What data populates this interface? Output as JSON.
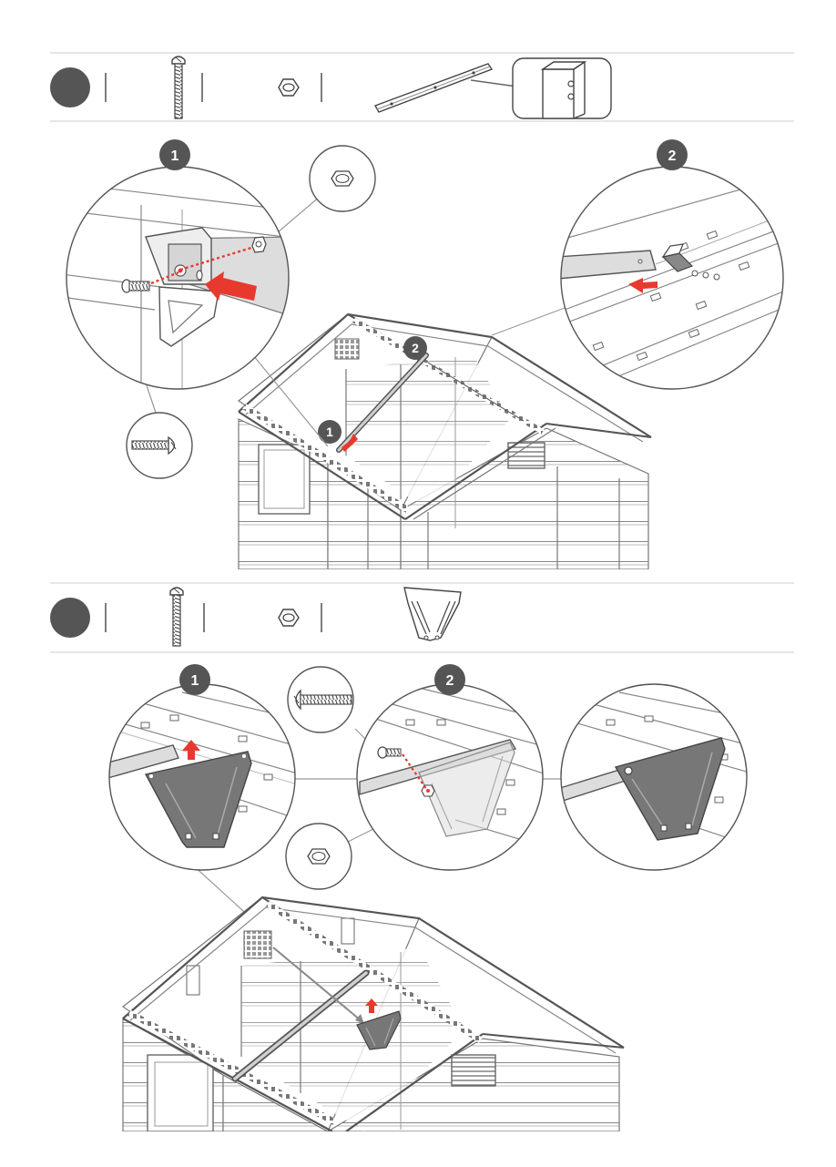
{
  "step1": {
    "callouts": {
      "a": "1",
      "b": "2"
    },
    "scene_labels": {
      "a": "1",
      "b": "2"
    }
  },
  "step2": {
    "callouts": {
      "a": "1",
      "b": "2"
    }
  },
  "colors": {
    "line": "#555555",
    "light": "#bbbbbb",
    "accent": "#e8392f",
    "badge": "#555555",
    "gray_fill": "#dddddd",
    "bracket_fill": "#777777"
  },
  "icons": [
    "bolt-icon",
    "nut-icon",
    "rail-icon",
    "post-icon",
    "bracket-icon"
  ]
}
